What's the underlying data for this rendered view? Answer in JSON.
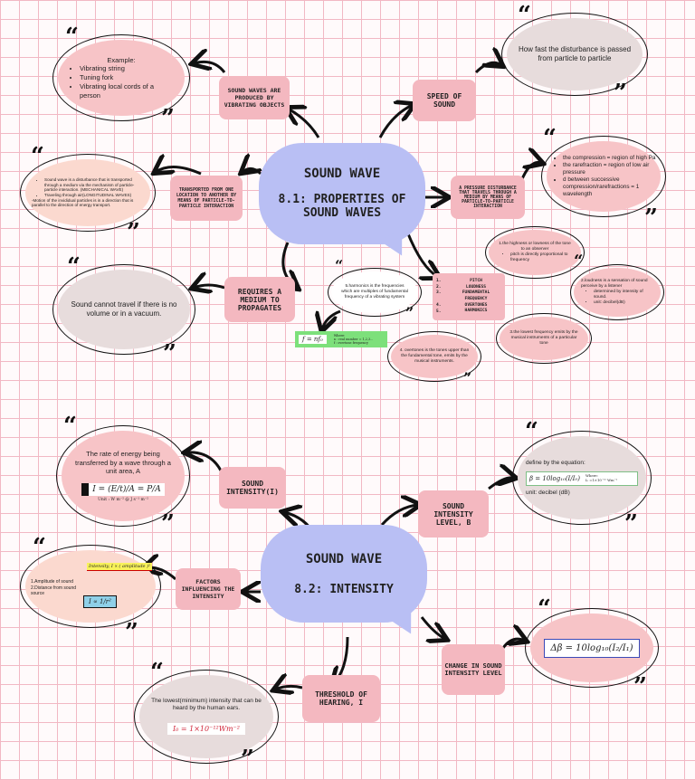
{
  "section1": {
    "title": "SOUND WAVE",
    "subtitle": "8.1: PROPERTIES OF SOUND WAVES",
    "produced_box": "SOUND WAVES ARE PRODUCED BY VIBRATING OBJECTS",
    "examples": {
      "heading": "Example:",
      "items": [
        "Vibrating string",
        "Tuning fork",
        "Vibrating local cords of a person"
      ]
    },
    "speed_box": "SPEED OF SOUND",
    "speed_def": "How fast the disturbance is passed from particle to particle",
    "transported_box": "TRANSPORTED FROM ONE LOCATION TO ANOTHER BY MEANS OF PARTICLE-TO-PARTICLE INTERACTION",
    "definition": {
      "items": [
        "Sound wave is a disturbance that is transported through a medium via the mechanism of particle-particle interaction. (MECHANICAL WAVE)",
        "Traveling through air(LONGITUDINAL WAVES)"
      ],
      "note": "-Motion of the invididual particles is in a direction that is parallel to the direction of energy transport."
    },
    "pressure_box": "A PRESSURE DISTURBANCE THAT TRAVELS THROUGH A MEDIUM BY MEANS OF PARTICLE-TO-PARTICLE INTERACTION",
    "pressure_def": [
      "the compression = region of high Pa",
      "the rarefraction = region of low air pressure",
      "d between successive compression/rarefractions = 1 wavelength"
    ],
    "medium_box": "REQUIRES A MEDIUM TO PROPAGATES",
    "medium_def": "Sound cannot travel if there is no volume or in a vacuum.",
    "pitch_text": "1.the highness or lowness of the tone to an observer",
    "pitch_item": "pitch is directly proportional to frequency",
    "properties_list": [
      "PITCH",
      "LOUDNESS",
      "FUNDAMENTAL FREQUENCY",
      "OVERTONES",
      "HARMONICS"
    ],
    "properties_nums": [
      "1.",
      "2.",
      "3.",
      "4.",
      "5."
    ],
    "loudness_text": "2.loudness is a sensation of sound perceive by a listener",
    "loudness_items": [
      "determined by intensity of sound.",
      "unit: decibel(dB)"
    ],
    "harmonics_text": "5.harmonics is the frequencies which are multiples of fundamental frequency of a vibrating system",
    "harmonics_formula": "f = nf₀",
    "harmonics_where": "Where:",
    "harmonics_where_n": "n : real number = 1,2,3...",
    "harmonics_where_f": "f : overtone frequency",
    "fundamental_text": "3.the lowest frequency emits by the musical instruments of a particular tone",
    "overtones_text": "4. overtones is the tones upper than the fundamental tone, emits by the musical instruments."
  },
  "section2": {
    "title": "SOUND WAVE",
    "subtitle": "8.2: INTENSITY",
    "intensity_box": "SOUND INTENSITY(I)",
    "intensity_def": "The rate of energy being transferred by a wave through a unit area, A",
    "intensity_formula": "I = (E/t)/A = P/A",
    "intensity_unit": "Unit : W m⁻² @ J s⁻¹ m⁻²",
    "level_box": "SOUND INTENSITY LEVEL, B",
    "level_def": "define by the equation:",
    "level_formula": "β = 10log₁₀(I/I₀)",
    "level_where": "Where:",
    "level_where_i0": "I₀ =1×10⁻¹² Wm⁻²",
    "level_unit": "unit: decibel (dB)",
    "factors_box": "FACTORS INFLUENCING THE INTENSITY",
    "factors_items": [
      "1.Amplitude of sound",
      "2.Distance from sound source"
    ],
    "factors_formula1": "Intensity, I ∝ ( amplitude )²",
    "factors_formula2": "I ∝ 1/r²",
    "change_box": "CHANGE IN SOUND INTENSITY LEVEL",
    "change_formula": "Δβ = 10log₁₀(I₂/I₁)",
    "threshold_box": "THRESHOLD OF HEARING, I",
    "threshold_def": "The lowest(minimum) intensity that can be heard by the human ears.",
    "threshold_formula": "I₀ = 1×10⁻¹²Wm⁻²"
  },
  "colors": {
    "pink_box": "#f4b8c0",
    "cloud": "#b9bff4",
    "bubble_pink": "#f7c4c7",
    "bubble_gray": "#e7dcdc",
    "bubble_peach": "#fbd9cf",
    "formula_green": "#7de07b",
    "formula_yellow": "#f8f25a"
  },
  "quote_open": "“",
  "quote_close": "”"
}
